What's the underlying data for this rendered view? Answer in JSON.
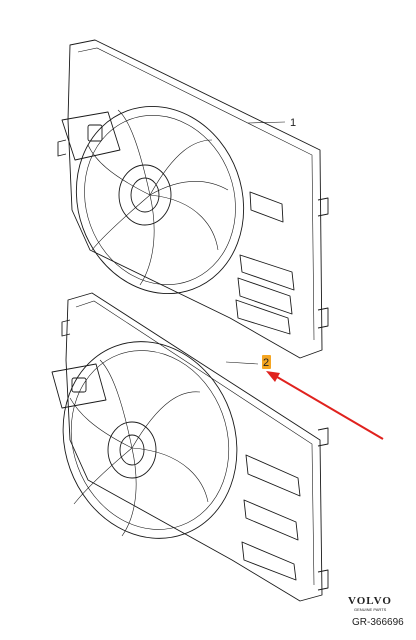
{
  "diagram": {
    "callouts": [
      {
        "number": "1"
      },
      {
        "number": "2",
        "highlight_color": "#f5a623"
      }
    ],
    "pointer_arrow_color": "#e0221e",
    "brand": {
      "logo_text": "VOLVO",
      "logo_subtext": "GENUINE PARTS"
    },
    "figure_id": "GR-366696"
  }
}
